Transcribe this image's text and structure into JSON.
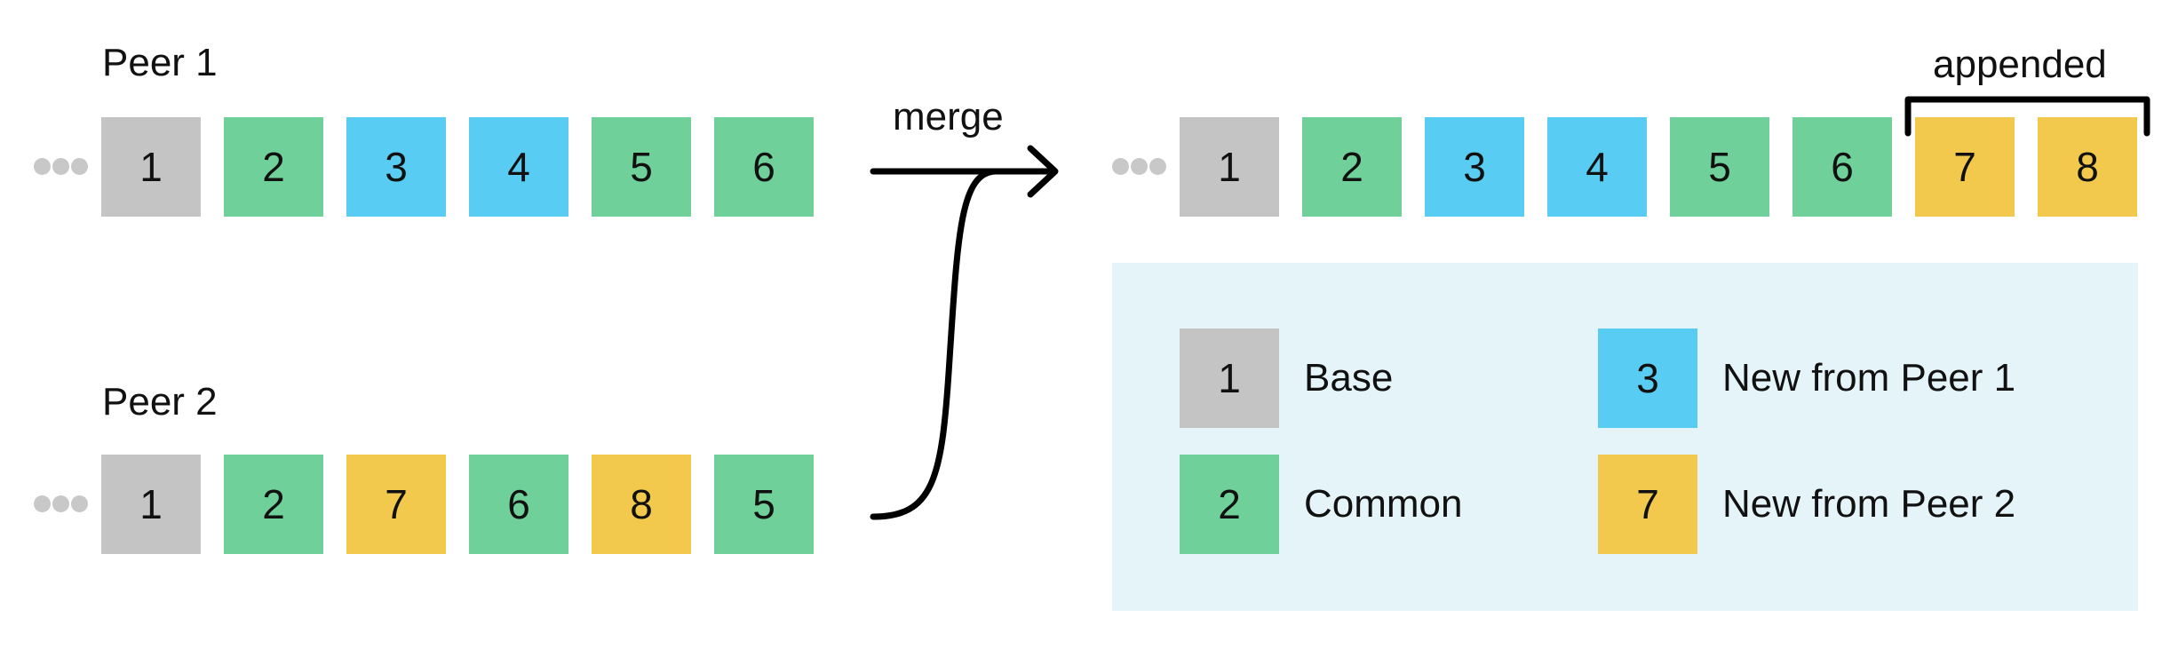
{
  "peer1": {
    "label": "Peer 1",
    "items": [
      {
        "value": "1",
        "kind": "base"
      },
      {
        "value": "2",
        "kind": "common"
      },
      {
        "value": "3",
        "kind": "peer1"
      },
      {
        "value": "4",
        "kind": "peer1"
      },
      {
        "value": "5",
        "kind": "common"
      },
      {
        "value": "6",
        "kind": "common"
      }
    ]
  },
  "peer2": {
    "label": "Peer 2",
    "items": [
      {
        "value": "1",
        "kind": "base"
      },
      {
        "value": "2",
        "kind": "common"
      },
      {
        "value": "7",
        "kind": "peer2"
      },
      {
        "value": "6",
        "kind": "common"
      },
      {
        "value": "8",
        "kind": "peer2"
      },
      {
        "value": "5",
        "kind": "common"
      }
    ]
  },
  "merge": {
    "label": "merge"
  },
  "result": {
    "items": [
      {
        "value": "1",
        "kind": "base"
      },
      {
        "value": "2",
        "kind": "common"
      },
      {
        "value": "3",
        "kind": "peer1"
      },
      {
        "value": "4",
        "kind": "peer1"
      },
      {
        "value": "5",
        "kind": "common"
      },
      {
        "value": "6",
        "kind": "common"
      },
      {
        "value": "7",
        "kind": "peer2"
      },
      {
        "value": "8",
        "kind": "peer2"
      }
    ],
    "appended_label": "appended"
  },
  "legend": {
    "base": {
      "value": "1",
      "label": "Base"
    },
    "peer1": {
      "value": "3",
      "label": "New from Peer 1"
    },
    "common": {
      "value": "2",
      "label": "Common"
    },
    "peer2": {
      "value": "7",
      "label": "New from Peer 2"
    }
  },
  "colors": {
    "base": "#c4c4c4",
    "common": "#6fd09a",
    "peer1": "#58ccf2",
    "peer2": "#f2c94c",
    "legend_background": "#e5f4f9",
    "ellipsis_dots": "#c8c8c8",
    "stroke": "#000000"
  }
}
